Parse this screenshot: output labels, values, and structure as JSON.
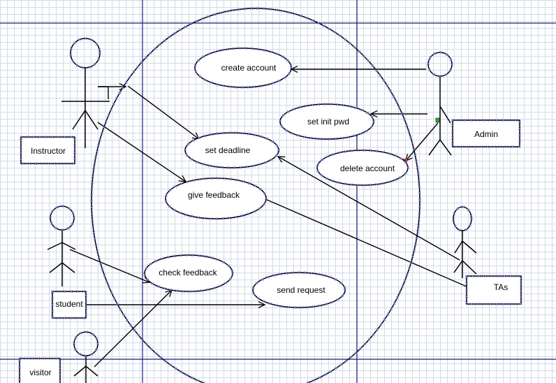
{
  "actors": [
    {
      "id": "instructor",
      "label": "Instructor"
    },
    {
      "id": "admin",
      "label": "Admin"
    },
    {
      "id": "student",
      "label": "student"
    },
    {
      "id": "tas",
      "label": "TAs"
    },
    {
      "id": "visitor",
      "label": "visitor"
    }
  ],
  "use_cases": [
    {
      "id": "create-account",
      "label": "create account"
    },
    {
      "id": "set-init-pwd",
      "label": "set init pwd"
    },
    {
      "id": "set-deadline",
      "label": "set deadline"
    },
    {
      "id": "delete-account",
      "label": "delete account"
    },
    {
      "id": "give-feedback",
      "label": "give feedback"
    },
    {
      "id": "check-feedback",
      "label": "check feedback"
    },
    {
      "id": "send-request",
      "label": "send request"
    }
  ],
  "colors": {
    "grid": "#d3dae6",
    "guide_lines": "#1a1a7a",
    "selection_handle_red": "#c0392b",
    "selection_handle_green": "#3a9a3a"
  }
}
